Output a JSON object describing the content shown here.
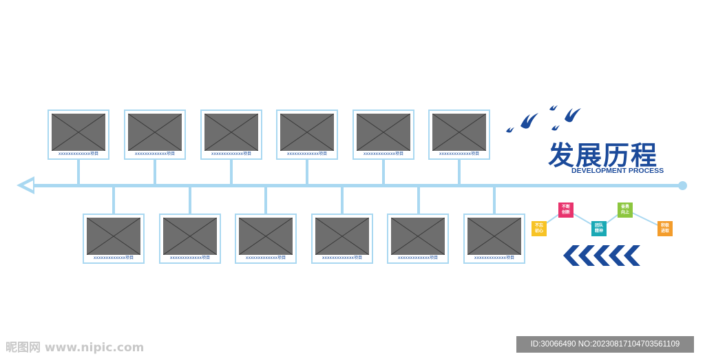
{
  "title": {
    "cn": "发展历程",
    "en": "DEVELOPMENT PROCESS"
  },
  "frames": {
    "top": [
      {
        "caption": "xxxxxxxxxxxxx项目"
      },
      {
        "caption": "xxxxxxxxxxxxx项目"
      },
      {
        "caption": "xxxxxxxxxxxxx项目"
      },
      {
        "caption": "xxxxxxxxxxxxx项目"
      },
      {
        "caption": "xxxxxxxxxxxxx项目"
      },
      {
        "caption": "xxxxxxxxxxxxx项目"
      }
    ],
    "bottom": [
      {
        "caption": "xxxxxxxxxxxxx项目"
      },
      {
        "caption": "xxxxxxxxxxxxx项目"
      },
      {
        "caption": "xxxxxxxxxxxxx项目"
      },
      {
        "caption": "xxxxxxxxxxxxx项目"
      },
      {
        "caption": "xxxxxxxxxxxxx项目"
      },
      {
        "caption": "xxxxxxxxxxxxx项目"
      }
    ]
  },
  "badges": [
    {
      "label": "不忘\n初心",
      "color": "#f7c325"
    },
    {
      "label": "不断\n创新",
      "color": "#e8336d"
    },
    {
      "label": "团队\n精神",
      "color": "#1aa9b5"
    },
    {
      "label": "奋勇\n向上",
      "color": "#8cc63f"
    },
    {
      "label": "积极\n进取",
      "color": "#f39c2b"
    }
  ],
  "colors": {
    "timeline": "#a9d8f1",
    "brand": "#1b4a9a",
    "photo": "#6e6e6e"
  },
  "icons": [
    "bird-icon",
    "chevron-left-icon",
    "image-placeholder-icon"
  ],
  "watermark": {
    "left": "昵图网 www.nipic.com",
    "right": "ID:30066490 NO:20230817104703561109"
  }
}
